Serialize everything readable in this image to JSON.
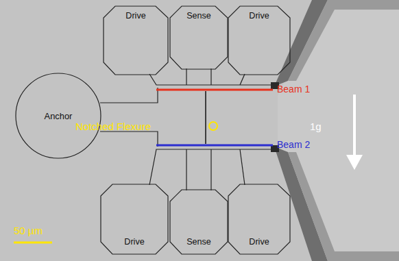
{
  "diagram": {
    "nodes": [
      {
        "text": [
          "Drive"
        ]
      },
      {
        "text": [
          "Sense"
        ]
      },
      {
        "text": [
          "Drive"
        ]
      },
      {
        "text": [
          "Anchor"
        ]
      },
      {
        "text": [
          "Drive"
        ]
      },
      {
        "text": [
          "Sense"
        ]
      },
      {
        "text": [
          "Drive"
        ]
      }
    ],
    "labels": [
      "Notched Flexure",
      "Beam 1",
      "Beam 2",
      "1g",
      "50 µm"
    ]
  }
}
